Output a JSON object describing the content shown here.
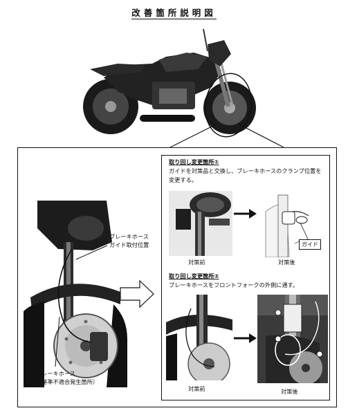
{
  "title": "改善箇所説明図",
  "left_panel": {
    "label_mount": [
      "ブレーキホース",
      "ガイド取付位置"
    ],
    "label_hose": [
      "ブレーキホース",
      "（基準不適合発生箇所）"
    ]
  },
  "change1": {
    "heading": "取り回し変更箇所①",
    "body": "ガイドを対策品と交換し、ブレーキホースのクランプ位置を変更する。",
    "before_caption": "対策前",
    "after_caption": "対策後",
    "guide_label": "ガイド"
  },
  "change2": {
    "heading": "取り回し変更箇所②",
    "body": "ブレーキホースをフロントフォークの外側に通す。",
    "before_caption": "対策前",
    "after_caption": "対策後"
  }
}
